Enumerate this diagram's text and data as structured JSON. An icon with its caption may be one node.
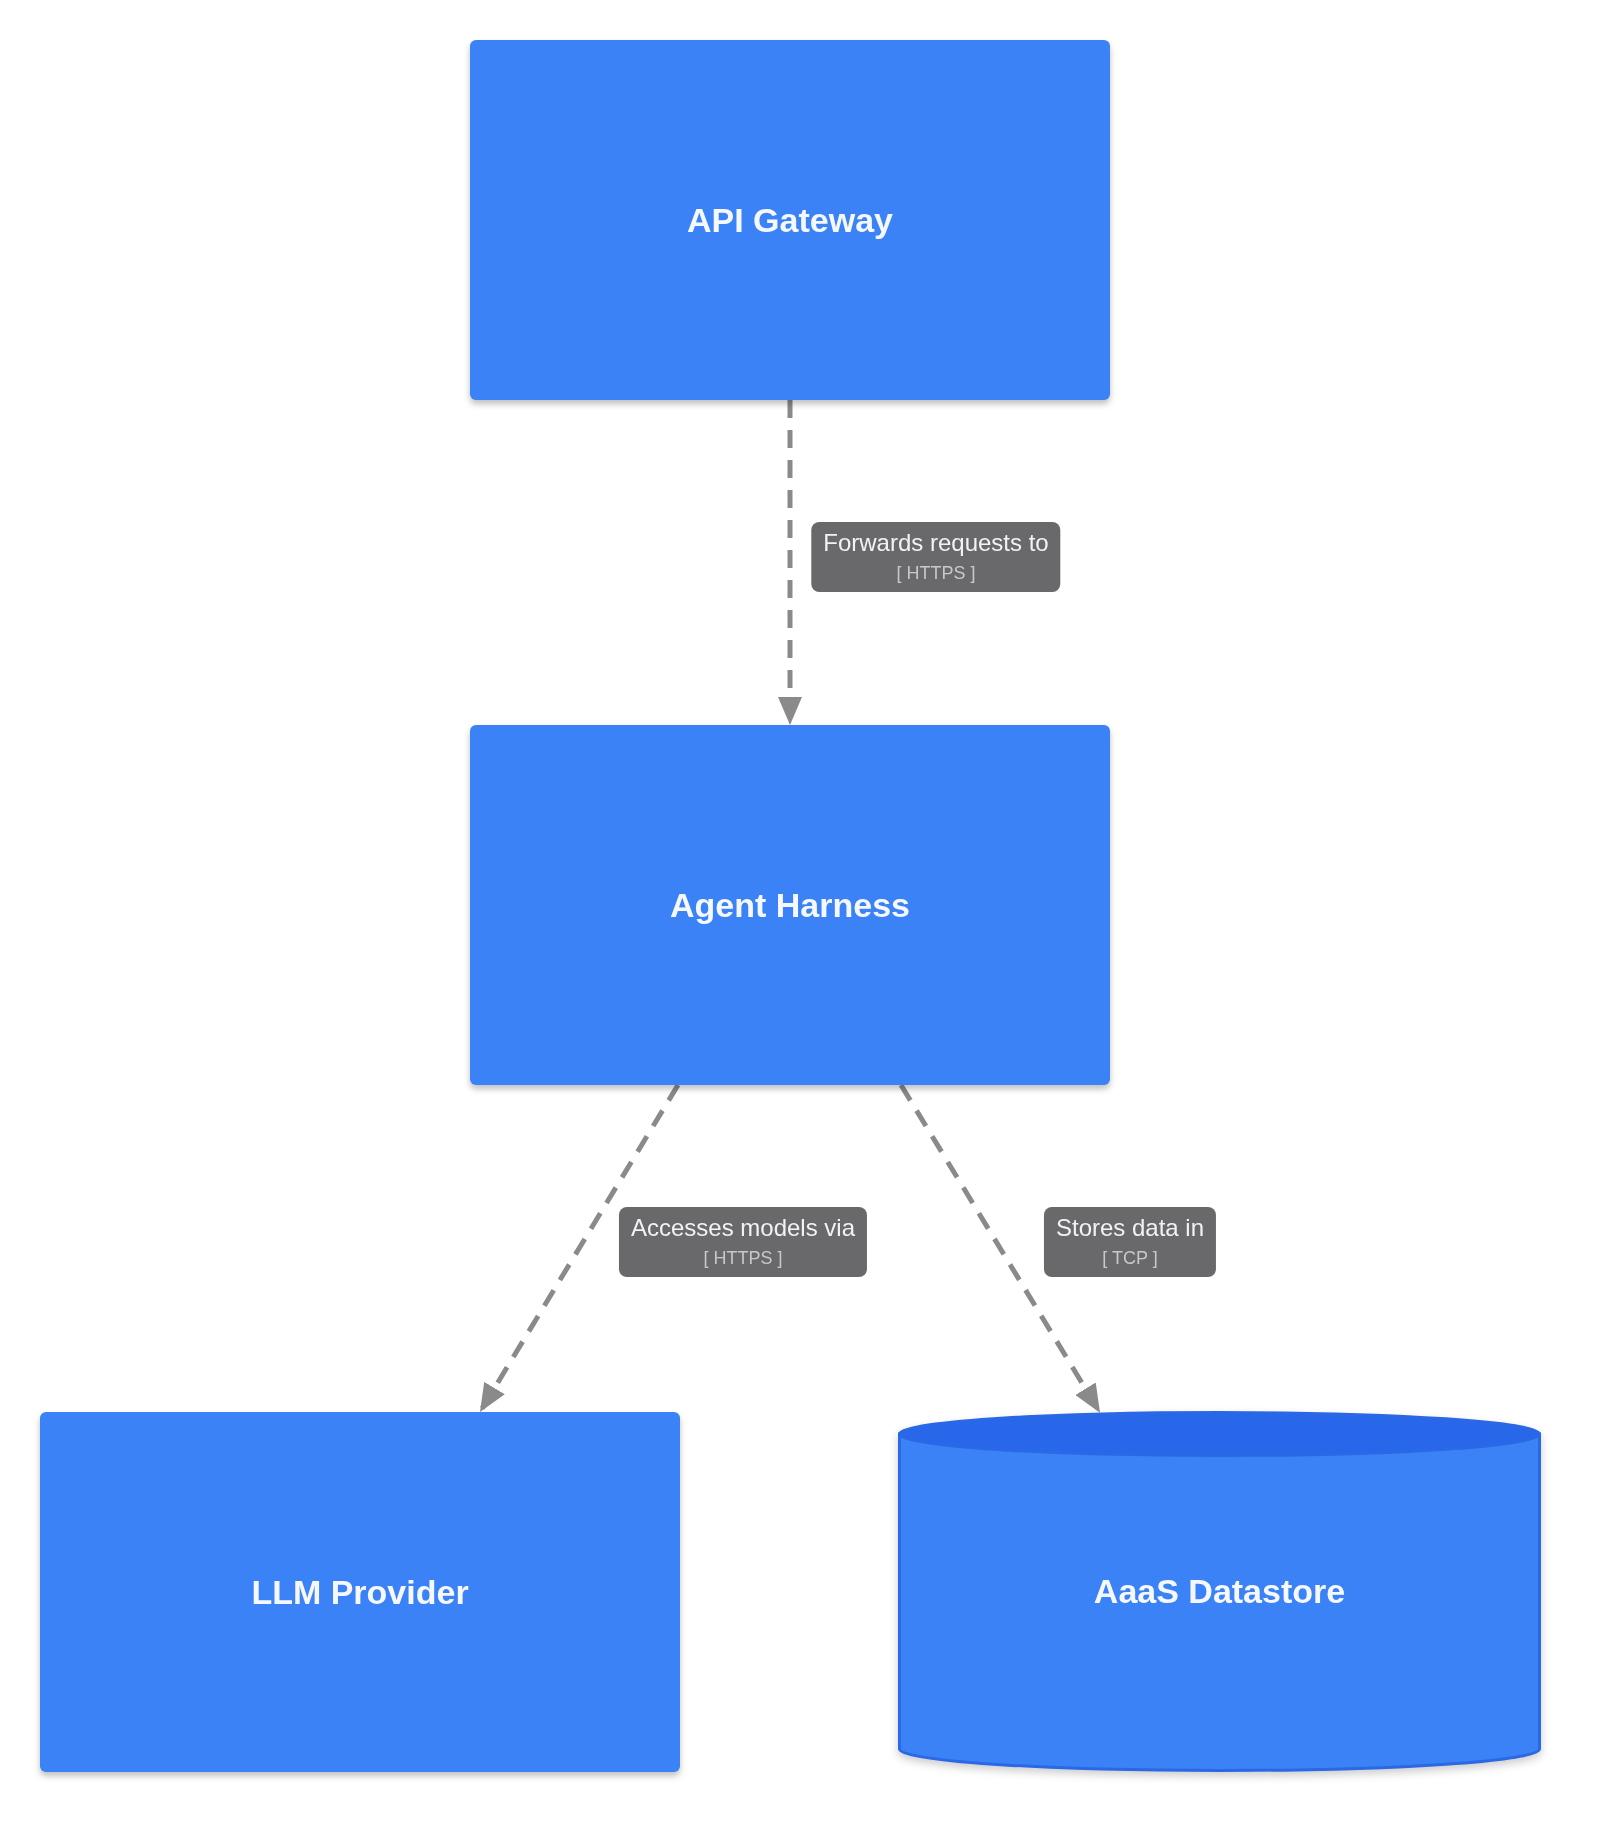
{
  "diagram": {
    "nodes": [
      {
        "text": [
          "API Gateway"
        ]
      },
      {
        "text": [
          "Agent Harness"
        ]
      },
      {
        "text": [
          "LLM Provider"
        ]
      },
      {
        "text": [
          "AaaS Datastore"
        ]
      }
    ],
    "edges": [
      {
        "from": 0,
        "to": 1,
        "arrow": "to",
        "label": "Forwards requests to",
        "style": "dashed"
      },
      {
        "from": 1,
        "to": 2,
        "arrow": "to",
        "label": "Accesses models via",
        "style": "dashed"
      },
      {
        "from": 1,
        "to": 3,
        "arrow": "to",
        "label": "Stores data in",
        "style": "dashed"
      }
    ],
    "labels": [
      "[ HTTPS ]",
      "[ HTTPS ]",
      "[ TCP ]"
    ]
  }
}
